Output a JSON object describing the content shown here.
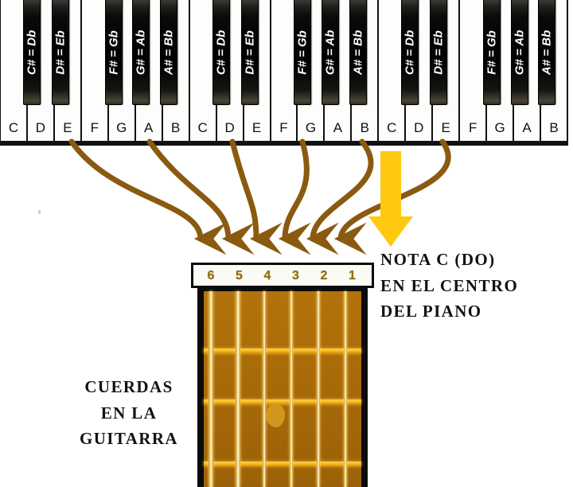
{
  "meta": {
    "title": "Relacion notas piano y cuerdas de guitarra",
    "brown": "#8a5a10",
    "yellow": "#FFC811",
    "fretboard_color": "#a96b09",
    "string_number_color": "#8f6d10"
  },
  "piano": {
    "white_keys": [
      {
        "label": "C"
      },
      {
        "label": "D"
      },
      {
        "label": "E"
      },
      {
        "label": "F"
      },
      {
        "label": "G"
      },
      {
        "label": "A"
      },
      {
        "label": "B"
      },
      {
        "label": "C"
      },
      {
        "label": "D"
      },
      {
        "label": "E"
      },
      {
        "label": "F"
      },
      {
        "label": "G"
      },
      {
        "label": "A"
      },
      {
        "label": "B"
      },
      {
        "label": "C"
      },
      {
        "label": "D"
      },
      {
        "label": "E"
      },
      {
        "label": "F"
      },
      {
        "label": "G"
      },
      {
        "label": "A"
      },
      {
        "label": "B"
      }
    ],
    "black_keys": [
      {
        "label": "C# = Db"
      },
      {
        "label": "D# = Eb"
      },
      {
        "label": "F# = Gb"
      },
      {
        "label": "G# = Ab"
      },
      {
        "label": "A# = Bb"
      },
      {
        "label": "C# = Db"
      },
      {
        "label": "D# = Eb"
      },
      {
        "label": "F# = Gb"
      },
      {
        "label": "G# = Ab"
      },
      {
        "label": "A# = Bb"
      },
      {
        "label": "C# = Db"
      },
      {
        "label": "D# = Eb"
      },
      {
        "label": "F# = Gb"
      },
      {
        "label": "G# = Ab"
      },
      {
        "label": "A# = Bb"
      }
    ]
  },
  "guitar": {
    "string_numbers": [
      "6",
      "5",
      "4",
      "3",
      "2",
      "1"
    ],
    "frets": 3,
    "strings": 6,
    "fret_marker": true
  },
  "mapping": {
    "pairs": [
      {
        "piano_note": "E",
        "string": "6"
      },
      {
        "piano_note": "A",
        "string": "5"
      },
      {
        "piano_note": "D",
        "string": "4"
      },
      {
        "piano_note": "G",
        "string": "3"
      },
      {
        "piano_note": "B",
        "string": "2"
      },
      {
        "piano_note": "E",
        "string": "1"
      }
    ]
  },
  "captions": {
    "right": "NOTA C (DO)\nEN EL CENTRO\nDEL PIANO",
    "right_lines": [
      "NOTA C (DO)",
      "EN EL CENTRO",
      "DEL PIANO"
    ],
    "left": "CUERDAS\nEN LA\nGUITARRA",
    "left_lines": [
      "CUERDAS",
      "EN LA",
      "GUITARRA"
    ]
  }
}
